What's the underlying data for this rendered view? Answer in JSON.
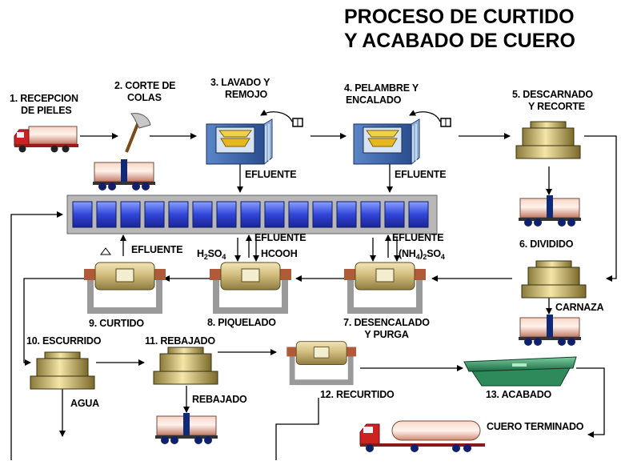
{
  "title": {
    "line1": "PROCESO DE CURTIDO",
    "line2": "Y ACABADO DE CUERO"
  },
  "steps": {
    "s1": {
      "l1": "1. RECEPCION",
      "l2": "DE PIELES"
    },
    "s2": {
      "l1": "2. CORTE DE",
      "l2": "COLAS"
    },
    "s3": {
      "l1": "3. LAVADO Y",
      "l2": "REMOJO"
    },
    "s4": {
      "l1": "4. PELAMBRE Y",
      "l2": "ENCALADO"
    },
    "s5": {
      "l1": "5. DESCARNADO",
      "l2": "Y RECORTE"
    },
    "s6": "6. DIVIDIDO",
    "s7": {
      "l1": "7. DESENCALADO",
      "l2": "Y PURGA"
    },
    "s8": "8. PIQUELADO",
    "s9": "9. CURTIDO",
    "s10": "10. ESCURRIDO",
    "s11": "11. REBAJADO",
    "s12": "12. RECURTIDO",
    "s13": "13. ACABADO"
  },
  "labels": {
    "efluente": "EFLUENTE",
    "carnaza": "CARNAZA",
    "agua": "AGUA",
    "rebajado": "REBAJADO",
    "cuero_terminado": "CUERO TERMINADO"
  },
  "chemicals": {
    "h2so4": {
      "base": "H",
      "sub1": "2",
      "rest": "SO",
      "sub2": "4"
    },
    "hcooh": "HCOOH",
    "nh4so4": {
      "open": "(NH",
      "sub1": "4",
      "close": ")",
      "sub2": "2",
      "rest": "SO",
      "sub3": "4"
    }
  },
  "colors": {
    "tank_blue": "#3366aa",
    "tank_tray": "#e6c23a",
    "drum_body": "#d9c890",
    "drum_side": "#b05a3a",
    "cart_body": "#e8b0a0",
    "cart_band": "#102a7a",
    "truck_red": "#cc2222",
    "acabado_green": "#2e8a5a",
    "channel_blue": "#2a3ccc"
  }
}
